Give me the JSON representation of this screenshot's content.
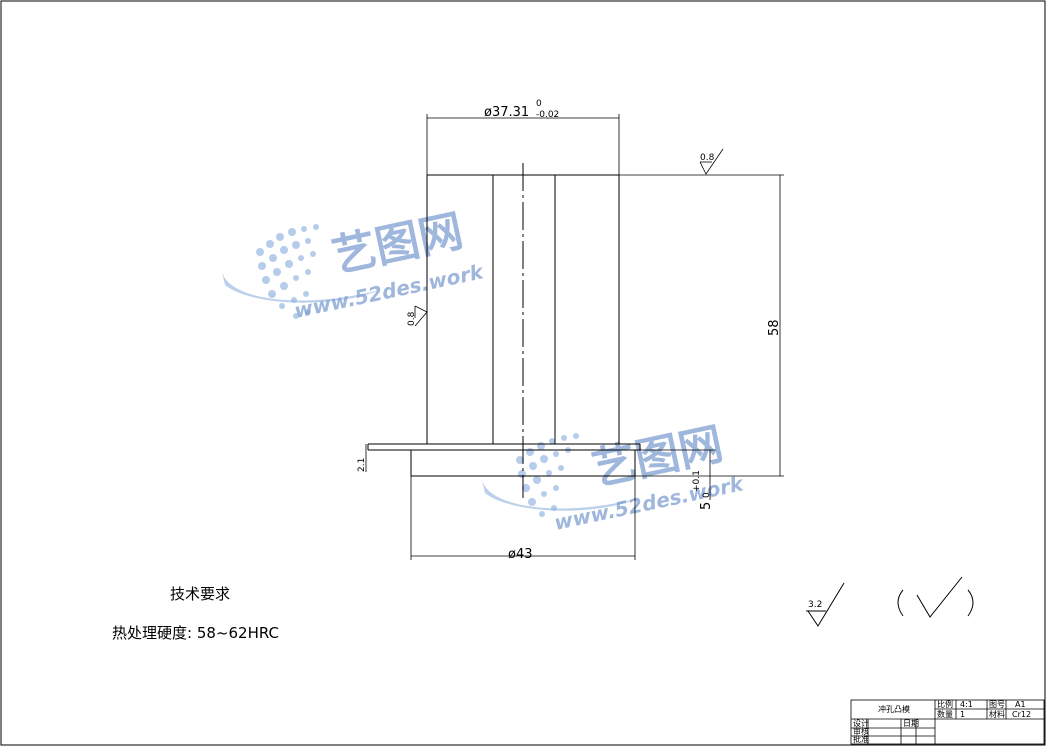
{
  "drawing": {
    "dimensions": {
      "top_diameter": "ø37.31",
      "top_tol_upper": "0",
      "top_tol_lower": "-0.02",
      "height": "58",
      "flange_thickness": "2.1",
      "flange_diameter": "ø43",
      "bottom_height": "5",
      "bottom_tol": "+0.1",
      "bottom_tol2": "0"
    },
    "roughness": {
      "top_face": "0.8",
      "side_face": "0.8",
      "general": "3.2"
    },
    "technical_requirements": {
      "title": "技术要求",
      "line1": "热处理硬度: 58~62HRC"
    }
  },
  "watermark": {
    "brand": "艺图网",
    "url": "www.52des.work"
  },
  "title_block": {
    "part_name": "冲孔凸模",
    "ratio_label": "比例",
    "ratio_value": "4:1",
    "sheet_label": "图号",
    "sheet_value": "A1",
    "qty_label": "数量",
    "qty_value": "1",
    "material_label": "材料",
    "material_value": "Cr12",
    "design_label": "设计",
    "check_label": "审核",
    "approve_label": "批准",
    "date_label": "日期"
  }
}
